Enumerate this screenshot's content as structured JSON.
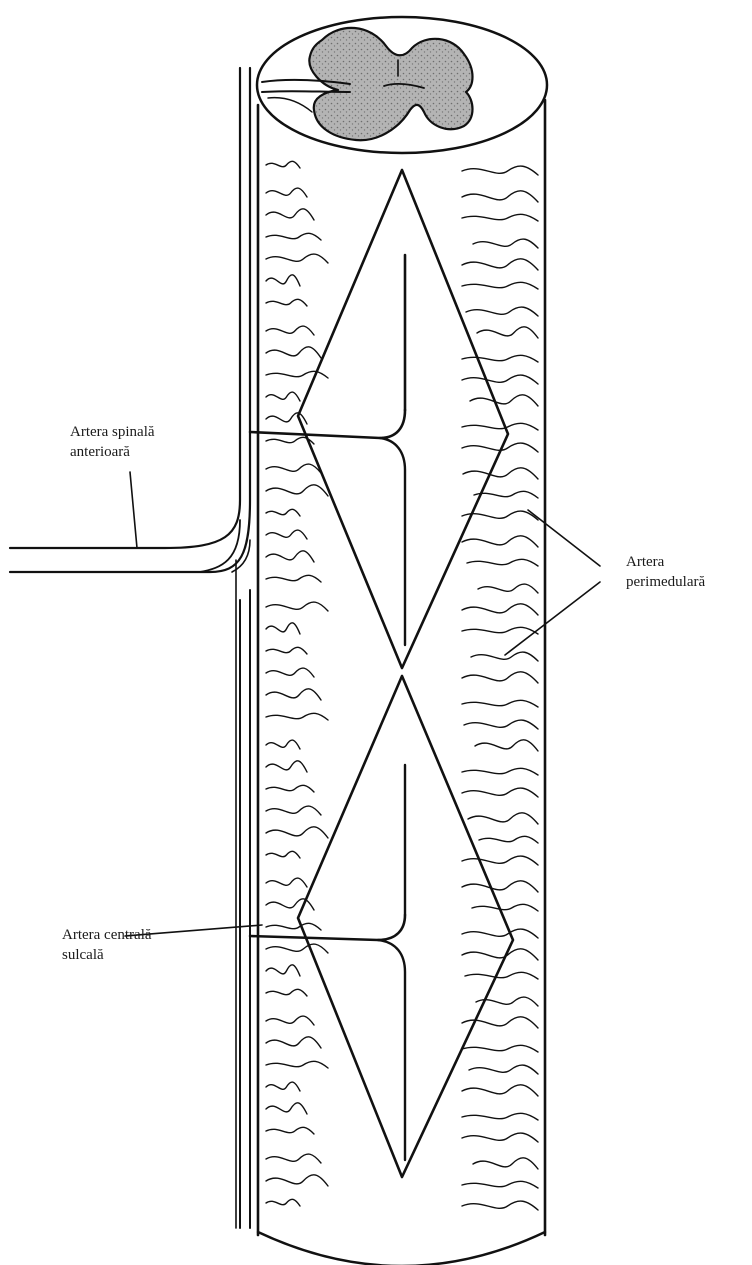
{
  "labels": {
    "anterior_spinal_artery": [
      "Artera spinală",
      "anterioară"
    ],
    "perimedullary_artery": [
      "Artera",
      "perimedulară"
    ],
    "central_sulcal_artery": [
      "Artera centrală",
      "sulcală"
    ]
  },
  "colors": {
    "line": "#111111",
    "grey_matter_fill": "#a8a8a8",
    "background": "#ffffff"
  }
}
